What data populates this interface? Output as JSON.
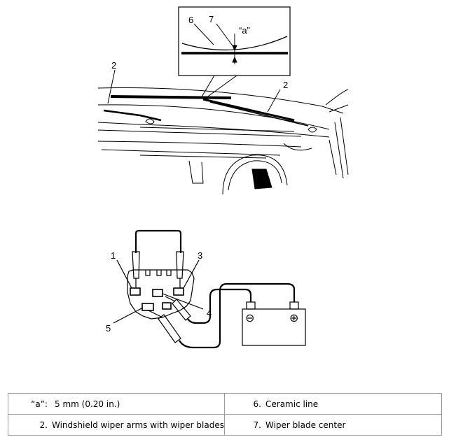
{
  "callouts": {
    "top": {
      "label_6": "6",
      "label_7": "7",
      "label_a": "“a”",
      "label_2_left": "2",
      "label_2_right": "2"
    },
    "bottom": {
      "label_1": "1",
      "label_3": "3",
      "label_4": "4",
      "label_5": "5"
    }
  },
  "battery": {
    "minus": "⊖",
    "plus": "⊕"
  },
  "legend": {
    "rows": [
      {
        "left_key": "“a”:",
        "left_text": "5 mm (0.20 in.)",
        "right_key": "6.",
        "right_text": "Ceramic line"
      },
      {
        "left_key": "2.",
        "left_text": "Windshield wiper arms with wiper blades",
        "right_key": "7.",
        "right_text": "Wiper blade center"
      }
    ]
  }
}
